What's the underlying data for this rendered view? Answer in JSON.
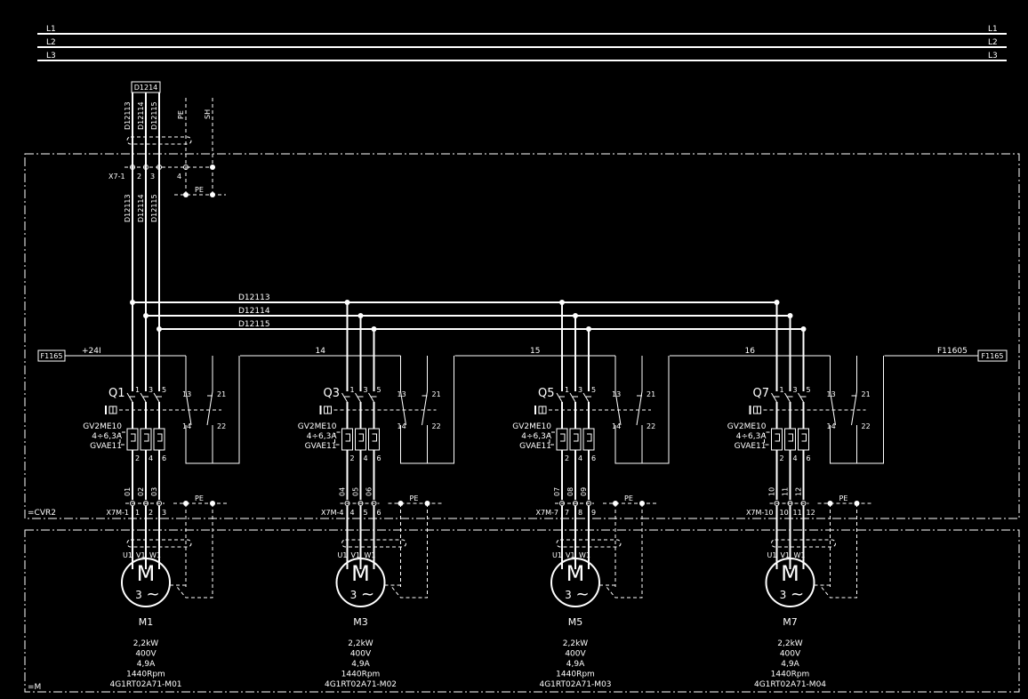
{
  "bus": {
    "lines": [
      {
        "left": "L1",
        "right": "L1"
      },
      {
        "left": "L2",
        "right": "L2"
      },
      {
        "left": "L3",
        "right": "L3"
      }
    ]
  },
  "feed": {
    "cable": "D1214",
    "wires": [
      "D12113",
      "D12114",
      "D12115"
    ],
    "pe": "PE",
    "sh": "SH",
    "terminal": "X7-1",
    "terminal_numbers": [
      "2",
      "3",
      "4"
    ],
    "pe_bar": "PE"
  },
  "buses": [
    "D12113",
    "D12114",
    "D12115"
  ],
  "control": {
    "left_ref": "F1165",
    "left_label": "+24I",
    "right_ref": "F1165",
    "right_label": "F11605",
    "wire_numbers": [
      "14",
      "15",
      "16"
    ]
  },
  "cabinet_label": "=CVR2",
  "field_label": "=M",
  "motors": [
    {
      "breaker": "Q1",
      "type": [
        "GV2ME10",
        "4÷6,3A",
        "GVAE11"
      ],
      "wires": [
        "01",
        "02",
        "03"
      ],
      "terminal": "X7M-1",
      "terminal_numbers": [
        "1",
        "2",
        "3"
      ],
      "motor": "M1",
      "specs": [
        "2,2kW",
        "400V",
        "4,9A",
        "1440Rpm",
        "4G1RT02A71-M01"
      ]
    },
    {
      "breaker": "Q3",
      "type": [
        "GV2ME10",
        "4÷6,3A",
        "GVAE11"
      ],
      "wires": [
        "04",
        "05",
        "06"
      ],
      "terminal": "X7M-4",
      "terminal_numbers": [
        "4",
        "5",
        "6"
      ],
      "motor": "M3",
      "specs": [
        "2,2kW",
        "400V",
        "4,9A",
        "1440Rpm",
        "4G1RT02A71-M02"
      ]
    },
    {
      "breaker": "Q5",
      "type": [
        "GV2ME10",
        "4÷6,3A",
        "GVAE11"
      ],
      "wires": [
        "07",
        "08",
        "09"
      ],
      "terminal": "X7M-7",
      "terminal_numbers": [
        "7",
        "8",
        "9"
      ],
      "motor": "M5",
      "specs": [
        "2,2kW",
        "400V",
        "4,9A",
        "1440Rpm",
        "4G1RT02A71-M03"
      ]
    },
    {
      "breaker": "Q7",
      "type": [
        "GV2ME10",
        "4÷6,3A",
        "GVAE11"
      ],
      "wires": [
        "10",
        "11",
        "12"
      ],
      "terminal": "X7M-10",
      "terminal_numbers": [
        "10",
        "11",
        "12"
      ],
      "motor": "M7",
      "specs": [
        "2,2kW",
        "400V",
        "4,9A",
        "1440Rpm",
        "4G1RT02A71-M04"
      ]
    }
  ],
  "common": {
    "pole_numbers_top": [
      "1",
      "3",
      "5"
    ],
    "pole_numbers_bottom": [
      "2",
      "4",
      "6"
    ],
    "aux_top": [
      "13",
      "21"
    ],
    "aux_bottom": [
      "14",
      "22"
    ],
    "pe": "PE",
    "phases": [
      "U1",
      "V1",
      "W1"
    ],
    "motor_letter": "M",
    "motor_phase": "3",
    "motor_ac": "~"
  }
}
